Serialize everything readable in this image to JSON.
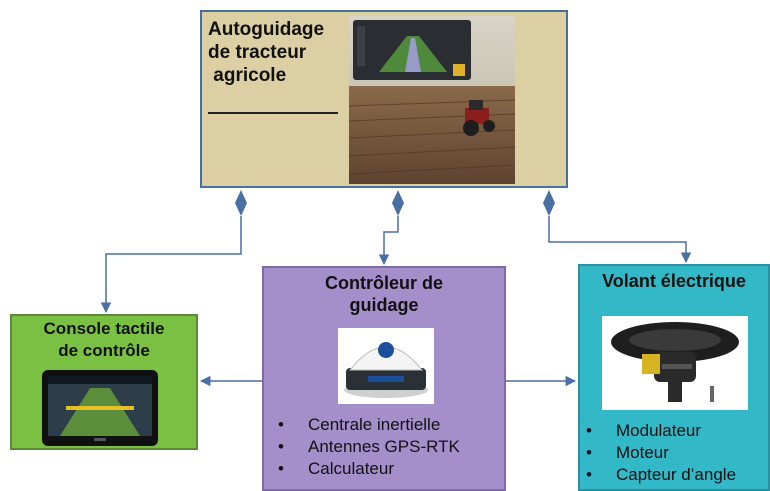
{
  "top": {
    "title_lines": [
      "Autoguidage",
      "de tracteur",
      " agricole"
    ]
  },
  "console": {
    "title_lines": [
      "Console tactile",
      "de contrôle"
    ]
  },
  "controller": {
    "title_lines": [
      "Contrôleur de",
      "guidage"
    ],
    "items": [
      "Centrale inertielle",
      "Antennes GPS-RTK",
      "Calculateur"
    ]
  },
  "steering": {
    "title": "Volant électrique",
    "items": [
      "Modulateur",
      "Moteur",
      "Capteur d’angle"
    ]
  },
  "colors": {
    "top_fill": "#dccfa3",
    "console_fill": "#7ac143",
    "controller_fill": "#a58fcb",
    "steering_fill": "#32b8c6",
    "connector": "#4a6fa5"
  }
}
